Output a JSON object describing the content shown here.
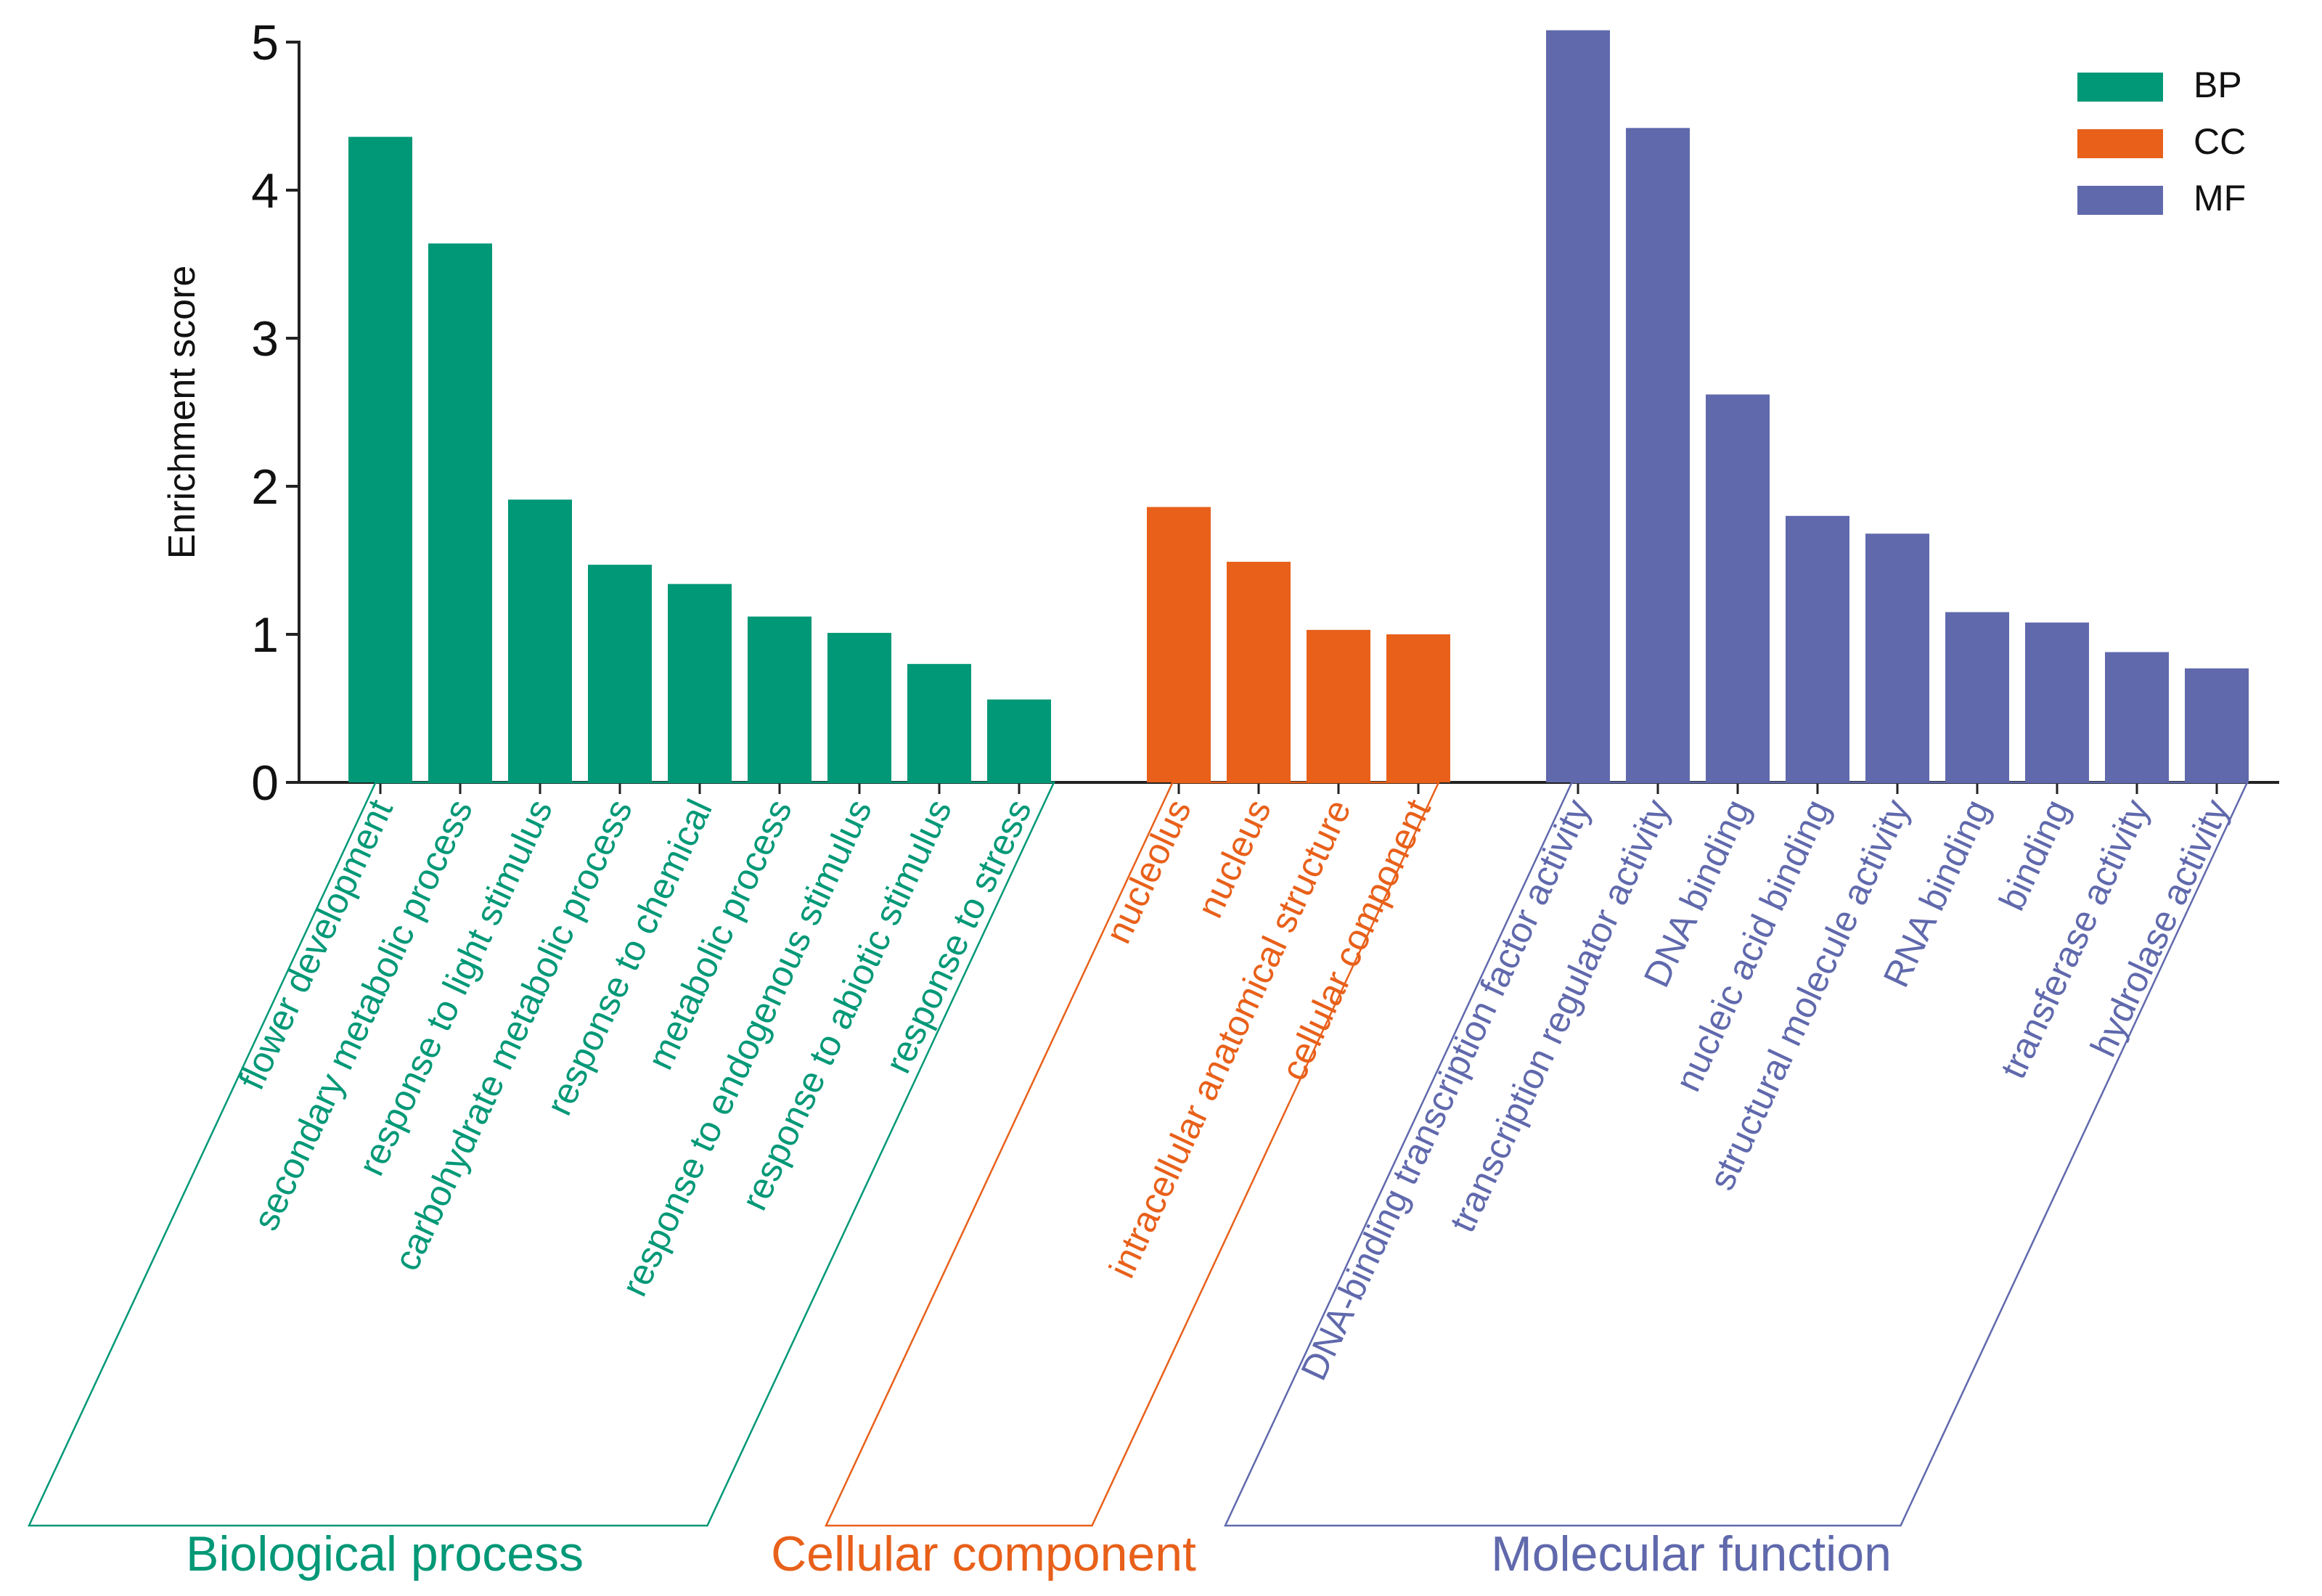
{
  "chart_data": {
    "type": "bar",
    "ylabel": "Enrichment score",
    "ylim": [
      0,
      5
    ],
    "yticks": [
      0,
      1,
      2,
      3,
      4,
      5
    ],
    "legend": {
      "placement": "top-right",
      "entries": [
        {
          "name": "BP",
          "color": "#009877"
        },
        {
          "name": "CC",
          "color": "#E8601A"
        },
        {
          "name": "MF",
          "color": "#6069AC"
        }
      ]
    },
    "groups": [
      {
        "key": "BP",
        "label": "Biological process",
        "color": "#009877",
        "categories": [
          "flower development",
          "secondary metabolic process",
          "response to light stimulus",
          "carbohydrate metabolic process",
          "response to chemical",
          "metabolic process",
          "response to endogenous stimulus",
          "response to abiotic stimulus",
          "response to stress"
        ],
        "values": [
          4.36,
          3.64,
          1.91,
          1.47,
          1.34,
          1.12,
          1.01,
          0.8,
          0.56
        ]
      },
      {
        "key": "CC",
        "label": "Cellular component",
        "color": "#E8601A",
        "categories": [
          "nucleolus",
          "nucleus",
          "intracellular anatomical structure",
          "cellular component"
        ],
        "values": [
          1.86,
          1.49,
          1.03,
          1.0
        ]
      },
      {
        "key": "MF",
        "label": "Molecular function",
        "color": "#6069AC",
        "categories": [
          "DNA-binding transcription factor activity",
          "transcription regulator activity",
          "DNA binding",
          "nucleic acid binding",
          "structural molecule activity",
          "RNA binding",
          "binding",
          "transferase activity",
          "hydrolase activity"
        ],
        "values": [
          5.08,
          4.42,
          2.62,
          1.8,
          1.68,
          1.15,
          1.08,
          0.88,
          0.77
        ]
      }
    ]
  }
}
